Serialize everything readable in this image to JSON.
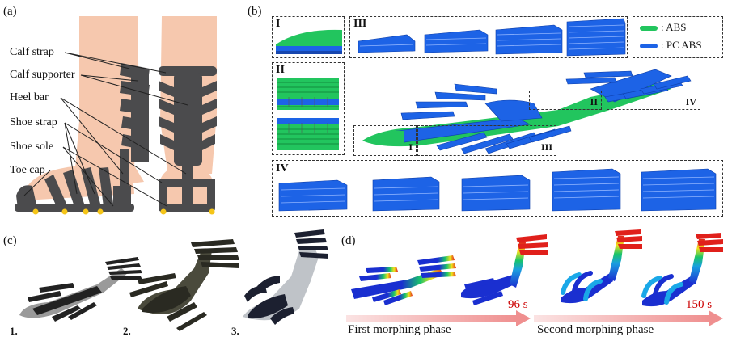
{
  "panels": {
    "a": "(a)",
    "b": "(b)",
    "c": "(c)",
    "d": "(d)"
  },
  "panel_a": {
    "labels": [
      "Calf strap",
      "Calf supporter",
      "Heel bar",
      "Shoe strap",
      "Shoe sole",
      "Toe cap"
    ]
  },
  "panel_b": {
    "legend": [
      {
        "label": ": ABS",
        "color": "#22c55e"
      },
      {
        "label": ": PC ABS",
        "color": "#1d63e6"
      }
    ],
    "insets": [
      "I",
      "II",
      "III",
      "IV"
    ],
    "callouts": [
      "I",
      "II",
      "III",
      "IV"
    ]
  },
  "panel_c": {
    "steps": [
      "1.",
      "2.",
      "3."
    ]
  },
  "panel_d": {
    "times": [
      "96 s",
      "150 s"
    ],
    "phases": [
      "First morphing phase",
      "Second morphing phase"
    ]
  },
  "colors": {
    "skin": "#f6c8ae",
    "sandal": "#4b4b4d",
    "toe_dot": "#f5c518",
    "abs_green": "#22c55e",
    "pc_blue": "#1d63e6",
    "arrow_pink": "#f0a0a0"
  }
}
